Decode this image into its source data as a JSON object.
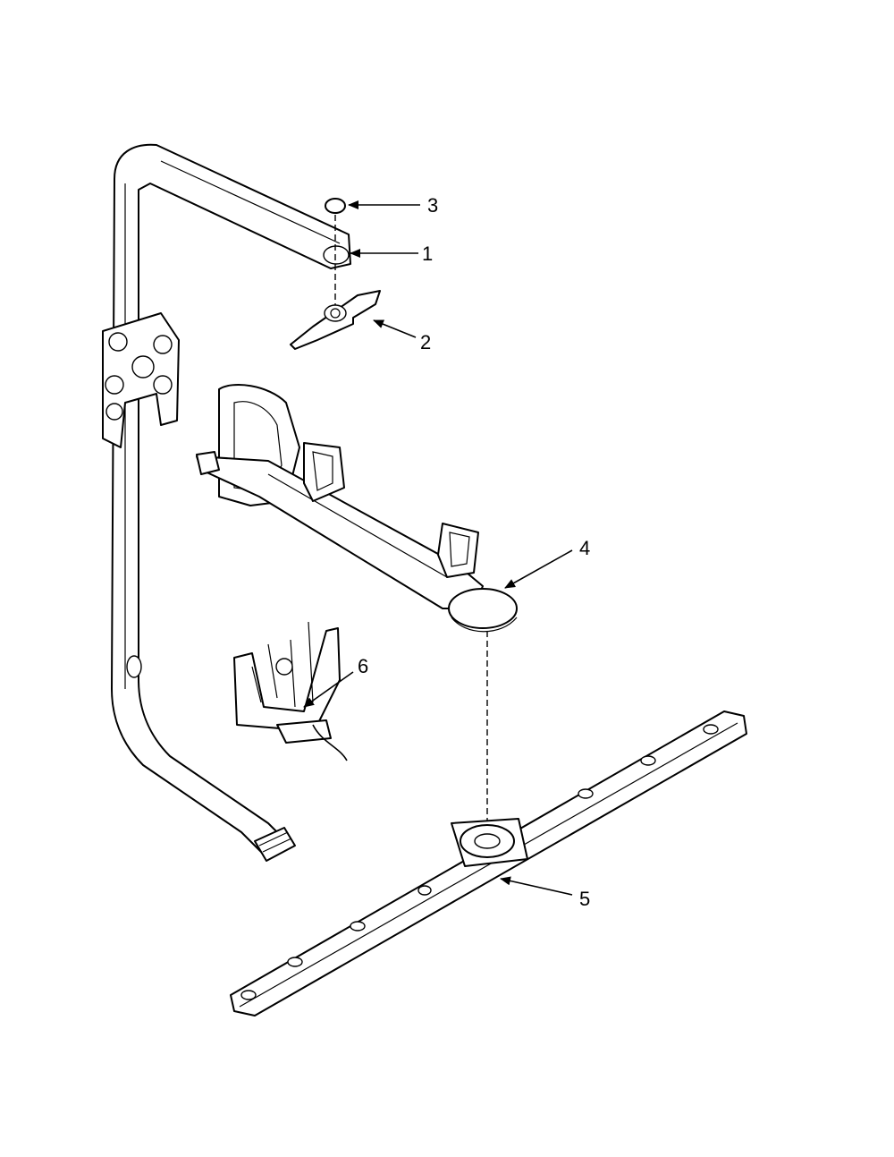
{
  "diagram": {
    "callouts": [
      {
        "id": "3",
        "label": "3"
      },
      {
        "id": "1",
        "label": "1"
      },
      {
        "id": "2",
        "label": "2"
      },
      {
        "id": "4",
        "label": "4"
      },
      {
        "id": "6",
        "label": "6"
      },
      {
        "id": "5",
        "label": "5"
      }
    ]
  },
  "colors": {
    "ink": "#000000",
    "paper": "#ffffff"
  }
}
